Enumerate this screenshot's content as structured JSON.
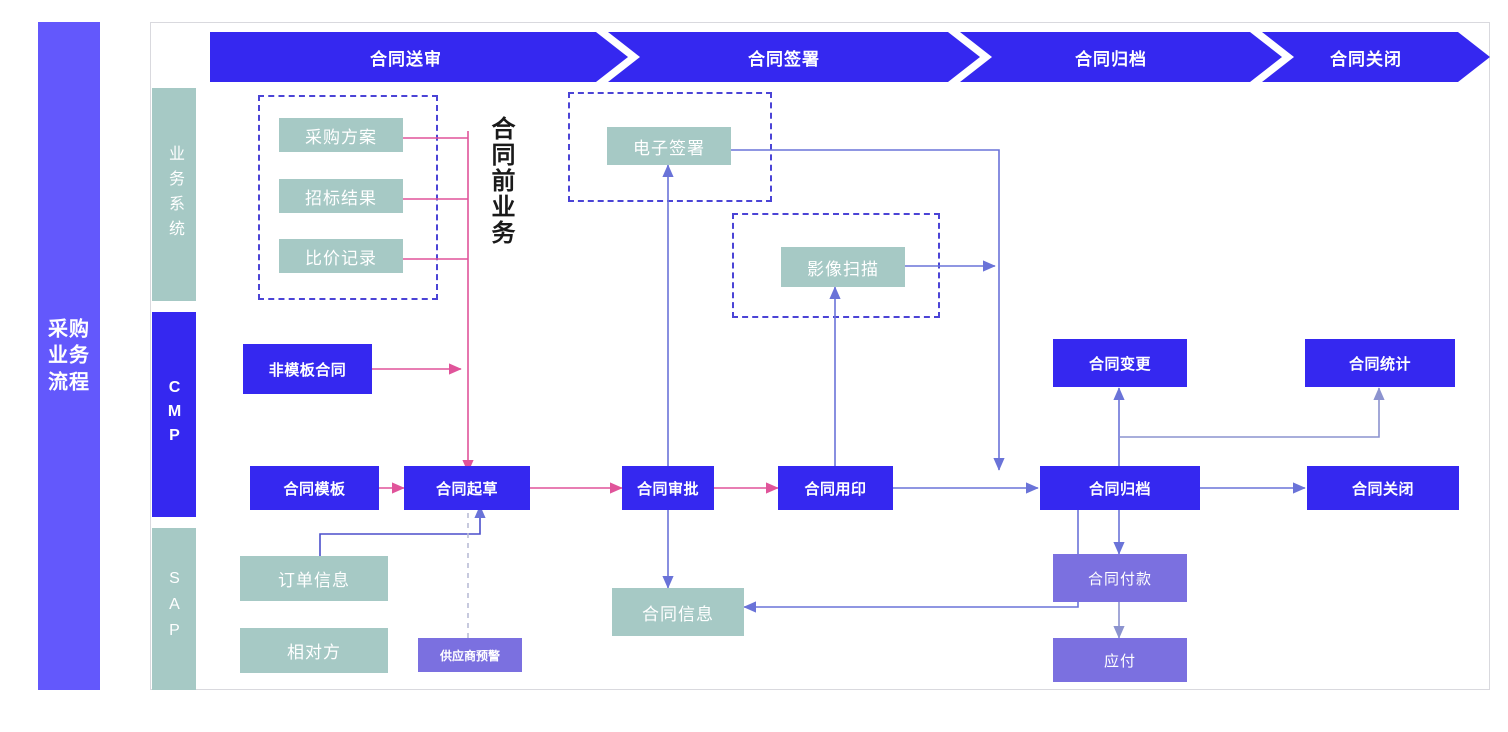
{
  "title": {
    "text": "采购\n业务\n流程"
  },
  "lanes": [
    {
      "id": "business-system",
      "label": "业务系统",
      "style": "sage"
    },
    {
      "id": "cmp",
      "label": "CMP",
      "style": "indigo"
    },
    {
      "id": "sap",
      "label": "SAP",
      "style": "sage"
    }
  ],
  "phases": [
    {
      "id": "phase-contract-review",
      "label": "合同送审"
    },
    {
      "id": "phase-contract-sign",
      "label": "合同签署"
    },
    {
      "id": "phase-contract-archive",
      "label": "合同归档"
    },
    {
      "id": "phase-contract-close",
      "label": "合同关闭"
    }
  ],
  "annotations": [
    {
      "id": "pre-contract-business",
      "label": "合同前业务"
    }
  ],
  "groups": [
    {
      "id": "group-pre-contract",
      "label": ""
    },
    {
      "id": "group-e-signature",
      "label": ""
    },
    {
      "id": "group-image-scan",
      "label": ""
    }
  ],
  "nodes": {
    "purchase_plan": "采购方案",
    "bid_result": "招标结果",
    "price_compare": "比价记录",
    "e_signature": "电子签署",
    "image_scan": "影像扫描",
    "non_template": "非模板合同",
    "contract_template": "合同模板",
    "contract_draft": "合同起草",
    "contract_approval": "合同审批",
    "contract_seal": "合同用印",
    "contract_archive": "合同归档",
    "contract_close": "合同关闭",
    "contract_change": "合同变更",
    "contract_stats": "合同统计",
    "order_info": "订单信息",
    "counterparty": "相对方",
    "supplier_alert": "供应商预警",
    "contract_info": "合同信息",
    "contract_payment": "合同付款",
    "payable": "应付"
  },
  "colors": {
    "brand_violet": "#6358FC",
    "indigo": "#3528F0",
    "sage": "#A6C9C5",
    "violet_light": "#7B70E0",
    "link_pink": "#E0549A",
    "link_blue": "#6A73D8",
    "dash_border": "#4B44D6"
  }
}
